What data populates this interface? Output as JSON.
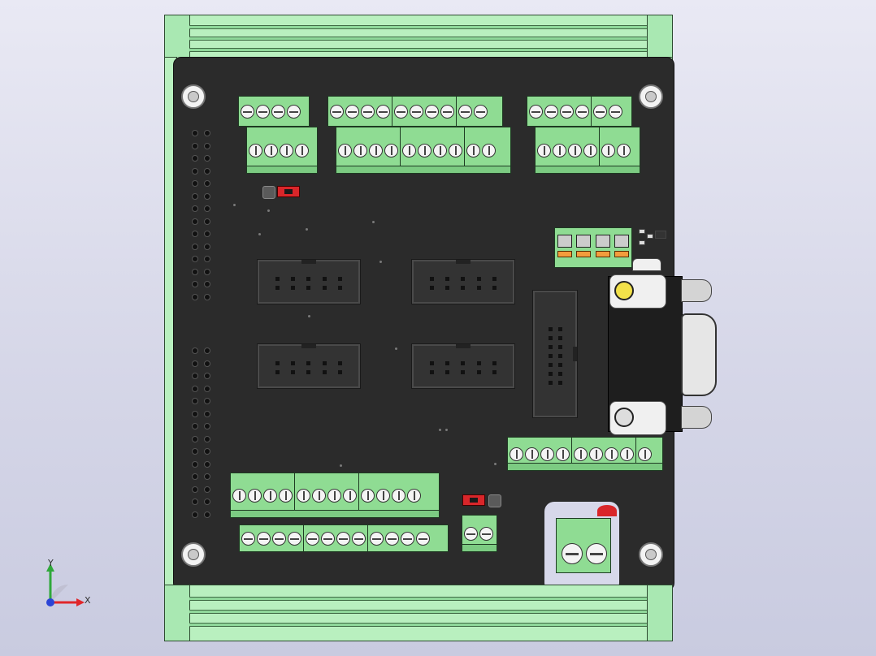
{
  "viewport": {
    "background": "#d6d7e8"
  },
  "colors": {
    "terminal_green": "#8fdc93",
    "rail_green": "#b9f0bf",
    "pcb_black": "#2b2b2b",
    "jumper_red": "#d9262a",
    "axis_x": "#e0262a",
    "axis_y": "#2fa83a",
    "axis_z": "#2b44d6"
  },
  "model": {
    "parts": [
      "din-rail-enclosure",
      "pcb",
      "terminal-block",
      "idc-header",
      "db-connector",
      "spring-terminal",
      "power-terminal",
      "jumper",
      "mounting-hole"
    ]
  },
  "triad": {
    "x_label": "X",
    "y_label": "Y"
  }
}
